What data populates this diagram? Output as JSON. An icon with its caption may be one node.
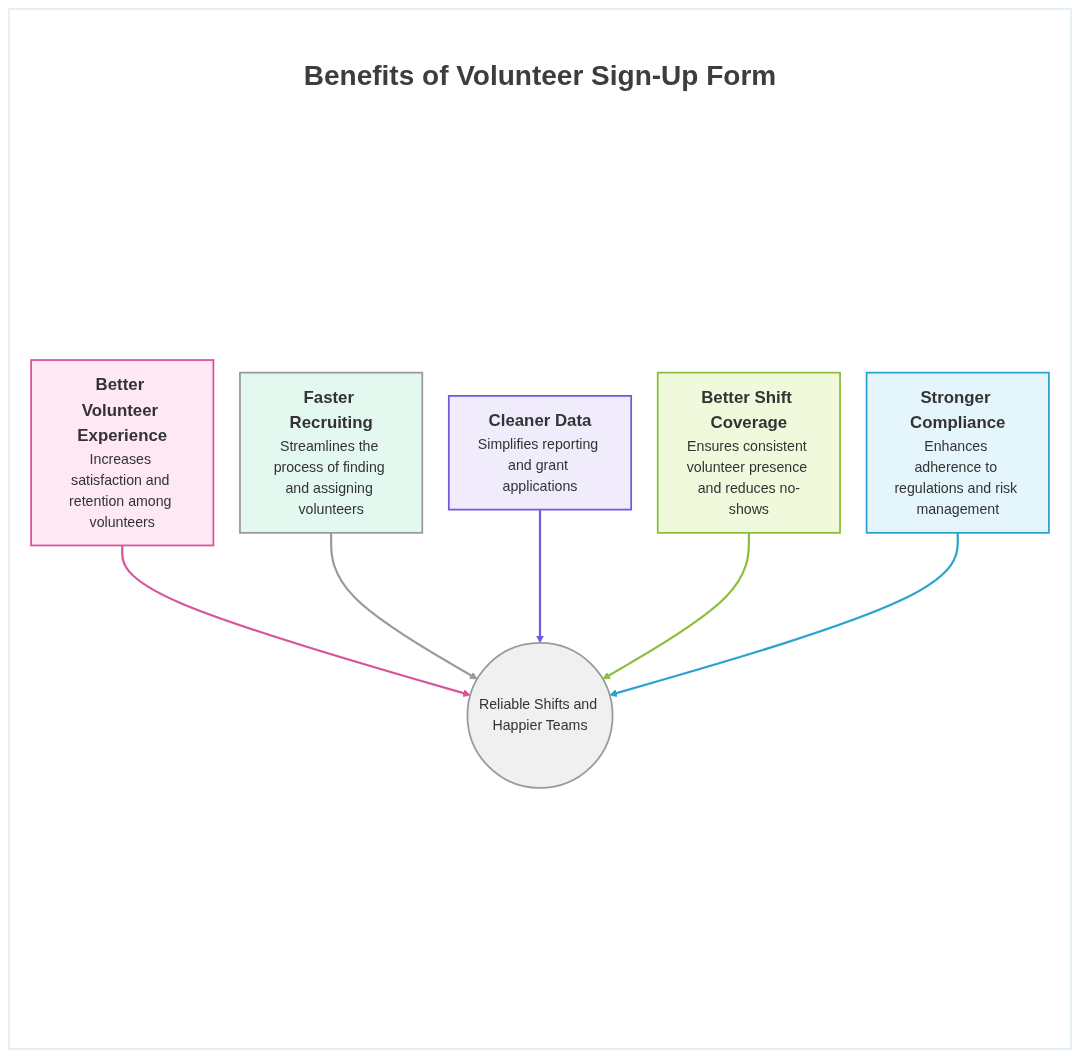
{
  "diagram": {
    "title": "Benefits of Volunteer Sign-Up Form",
    "nodes": [
      {
        "text": [
          "Better Volunteer Experience",
          "Increases satisfaction and retention among volunteers"
        ]
      },
      {
        "text": [
          "Faster Recruiting",
          "Streamlines the process of finding and assigning volunteers"
        ]
      },
      {
        "text": [
          "Reliable Shifts and Happier Teams"
        ]
      },
      {
        "text": [
          "Cleaner Data",
          "Simplifies reporting and grant applications"
        ]
      },
      {
        "text": [
          "Better Shift Coverage",
          "Ensures consistent volunteer presence and reduces no-shows"
        ]
      },
      {
        "text": [
          "Stronger Compliance",
          "Enhances adherence to regulations and risk management"
        ]
      }
    ],
    "edges": [
      {
        "from": 0,
        "to": 2,
        "arrow": "to",
        "color": "#d9539c"
      },
      {
        "from": 1,
        "to": 2,
        "arrow": "to",
        "color": "#9a9a9a"
      },
      {
        "from": 3,
        "to": 2,
        "arrow": "to",
        "color": "#7559db"
      },
      {
        "from": 4,
        "to": 2,
        "arrow": "to",
        "color": "#8cbd3c"
      },
      {
        "from": 5,
        "to": 2,
        "arrow": "to",
        "color": "#2ba3cf"
      }
    ]
  }
}
